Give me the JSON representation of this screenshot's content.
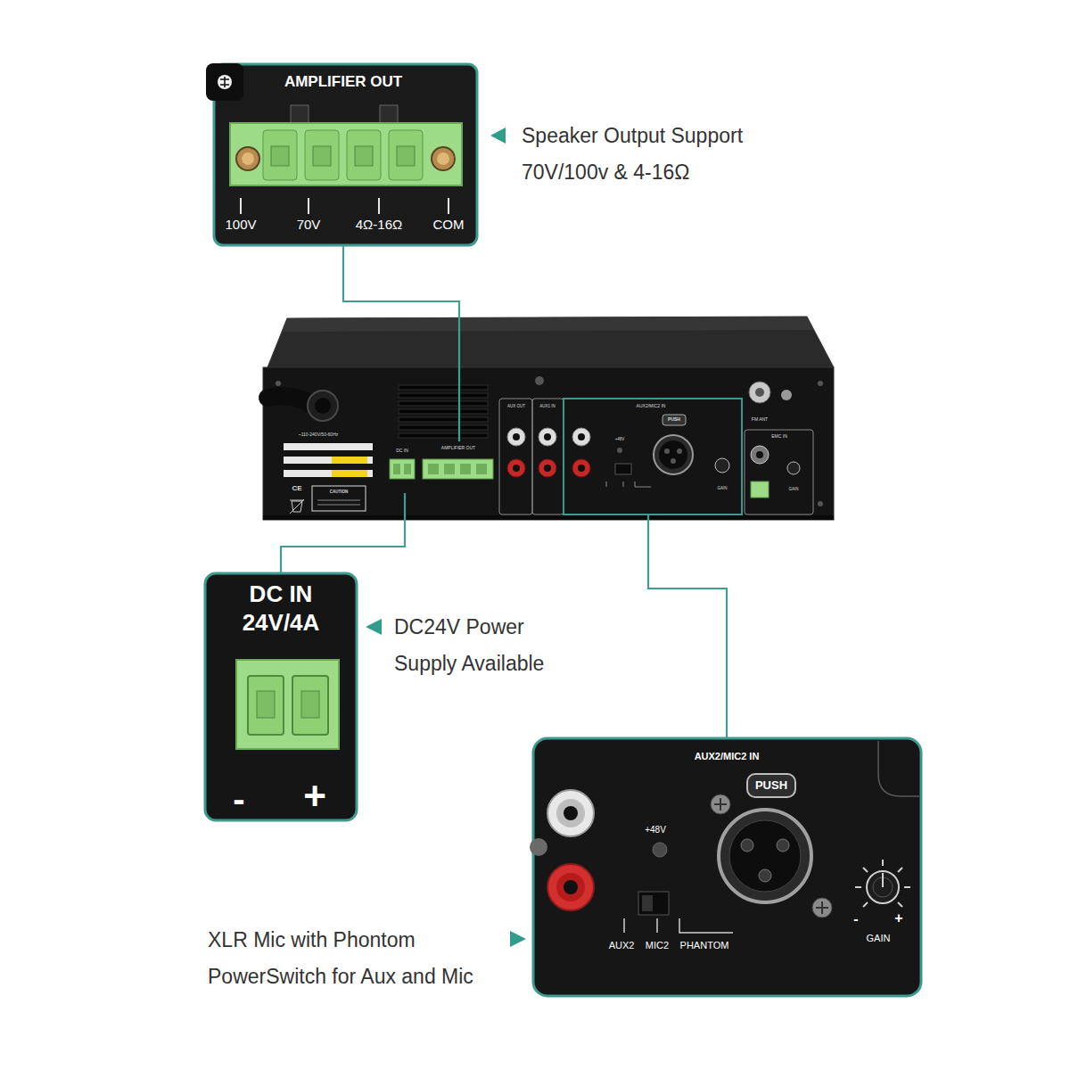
{
  "diagram": {
    "nodes": [
      {
        "text": [
          "AMPLIFIER OUT",
          "100V",
          "70V",
          "4Ω-16Ω",
          "COM"
        ]
      },
      {
        "text": [
          "~110-240V/50-60Hz"
        ]
      },
      {
        "text": [
          "DC IN"
        ],
        "in": 1
      },
      {
        "text": [
          "AMPLIFIER OUT"
        ],
        "in": 1
      },
      {
        "text": [
          "AUX2/MIC2 IN"
        ],
        "in": 1
      },
      {
        "text": [
          "DC IN 24V/4A",
          "-",
          "+"
        ]
      },
      {
        "text": [
          "AUX2/MIC2 IN",
          "PUSH",
          "+48V",
          "AUX2",
          "MIC2",
          "PHANTOM",
          "GAIN",
          "-",
          "+"
        ]
      }
    ],
    "edges": [
      {
        "from": 0,
        "to": 3,
        "arrow": "none"
      },
      {
        "from": 2,
        "to": 5,
        "arrow": "none"
      },
      {
        "from": 4,
        "to": 6,
        "arrow": "none"
      }
    ],
    "labels": [
      "Speaker Output Support 70V/100v & 4-16Ω",
      "AUX OUT",
      "AUX1 IN",
      "PUSH",
      "+48V",
      "GAIN",
      "FM ANT",
      "EMC IN",
      "GAIN",
      "CE",
      "CAUTION",
      "DC24V Power Supply Available",
      "XLR Mic with Phontom PowerSwitch for Aux and Mic"
    ]
  }
}
